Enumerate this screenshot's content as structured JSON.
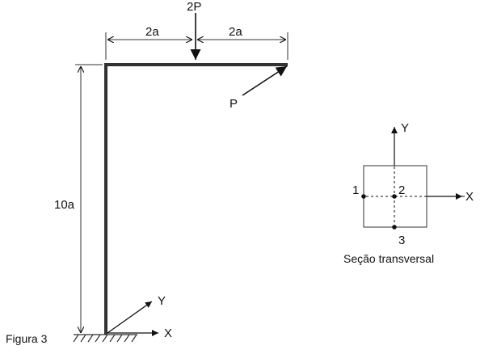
{
  "figure": {
    "caption": "Figura 3",
    "load_top": "2P",
    "load_inclined": "P",
    "dim_left_span": "2a",
    "dim_right_span": "2a",
    "dim_height": "10a",
    "base_axis_x": "X",
    "base_axis_y": "Y"
  },
  "section": {
    "axis_x": "X",
    "axis_y": "Y",
    "point_1": "1",
    "point_2": "2",
    "point_3": "3",
    "title": "Seção transversal"
  },
  "colors": {
    "ink": "#111111",
    "frame": "#333333"
  }
}
